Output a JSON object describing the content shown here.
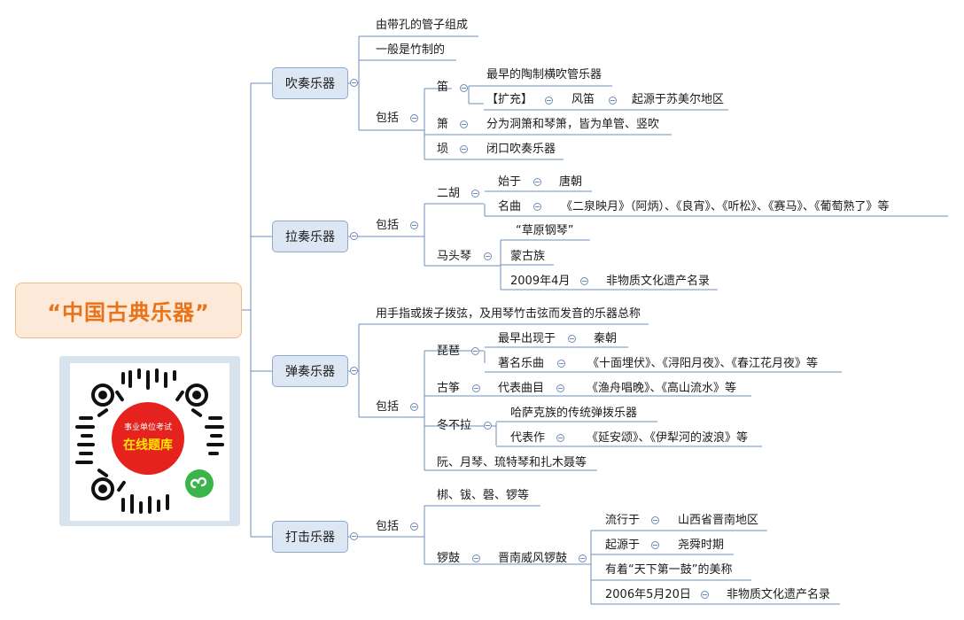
{
  "central_topic": "“中国古典乐器”",
  "branches": {
    "wind": {
      "label": "吹奏乐器",
      "notes": [
        "由带孔的管子组成",
        "一般是竹制的"
      ],
      "includes_label": "包括",
      "di": {
        "label": "笛",
        "desc": "最早的陶制横吹管乐器",
        "ext_label": "【扩充】",
        "ext_item": "风笛",
        "ext_desc": "起源于苏美尔地区"
      },
      "xiao": {
        "label": "箫",
        "desc": "分为洞箫和琴箫，皆为单管、竖吹"
      },
      "xun": {
        "label": "埙",
        "desc": "闭口吹奏乐器"
      }
    },
    "bowed": {
      "label": "拉奏乐器",
      "includes_label": "包括",
      "erhu": {
        "label": "二胡",
        "start_label": "始于",
        "start": "唐朝",
        "works_label": "名曲",
        "works": "《二泉映月》（阿炳）、《良宵》、《听松》、《赛马》、《葡萄熟了》等"
      },
      "matouqin": {
        "label": "马头琴",
        "alias": "“草原钢琴”",
        "people": "蒙古族",
        "date": "2009年4月",
        "status": "非物质文化遗产名录"
      }
    },
    "plucked": {
      "label": "弹奏乐器",
      "definition": "用手指或拨子拨弦，及用琴竹击弦而发音的乐器总称",
      "includes_label": "包括",
      "pipa": {
        "label": "琵琶",
        "first_label": "最早出现于",
        "first": "秦朝",
        "works_label": "著名乐曲",
        "works": "《十面埋伏》、《浔阳月夜》、《春江花月夜》等"
      },
      "guzheng": {
        "label": "古筝",
        "works_label": "代表曲目",
        "works": "《渔舟唱晚》、《高山流水》等"
      },
      "dongbula": {
        "label": "冬不拉",
        "desc": "哈萨克族的传统弹拨乐器",
        "works_label": "代表作",
        "works": "《延安颂》、《伊犁河的波浪》等"
      },
      "others": "阮、月琴、琉特琴和扎木聂等"
    },
    "percussion": {
      "label": "打击乐器",
      "includes_label": "包括",
      "group": "梆、钹、磬、锣等",
      "luogu": {
        "label": "锣鼓",
        "item": "晋南威风锣鼓",
        "popular_label": "流行于",
        "popular": "山西省晋南地区",
        "origin_label": "起源于",
        "origin": "尧舜时期",
        "fame": "有着“天下第一鼓”的美称",
        "date": "2006年5月20日",
        "status": "非物质文化遗产名录"
      }
    }
  },
  "qr_badge": {
    "line1": "事业单位考试",
    "line2": "在线题库"
  },
  "colors": {
    "central_text": "#e8731a",
    "central_bg": "#fde9d8",
    "topic_bg": "#dde6f3",
    "line": "#6f8cb8",
    "badge": "#e5221d",
    "badge_text": "#ffe600"
  }
}
